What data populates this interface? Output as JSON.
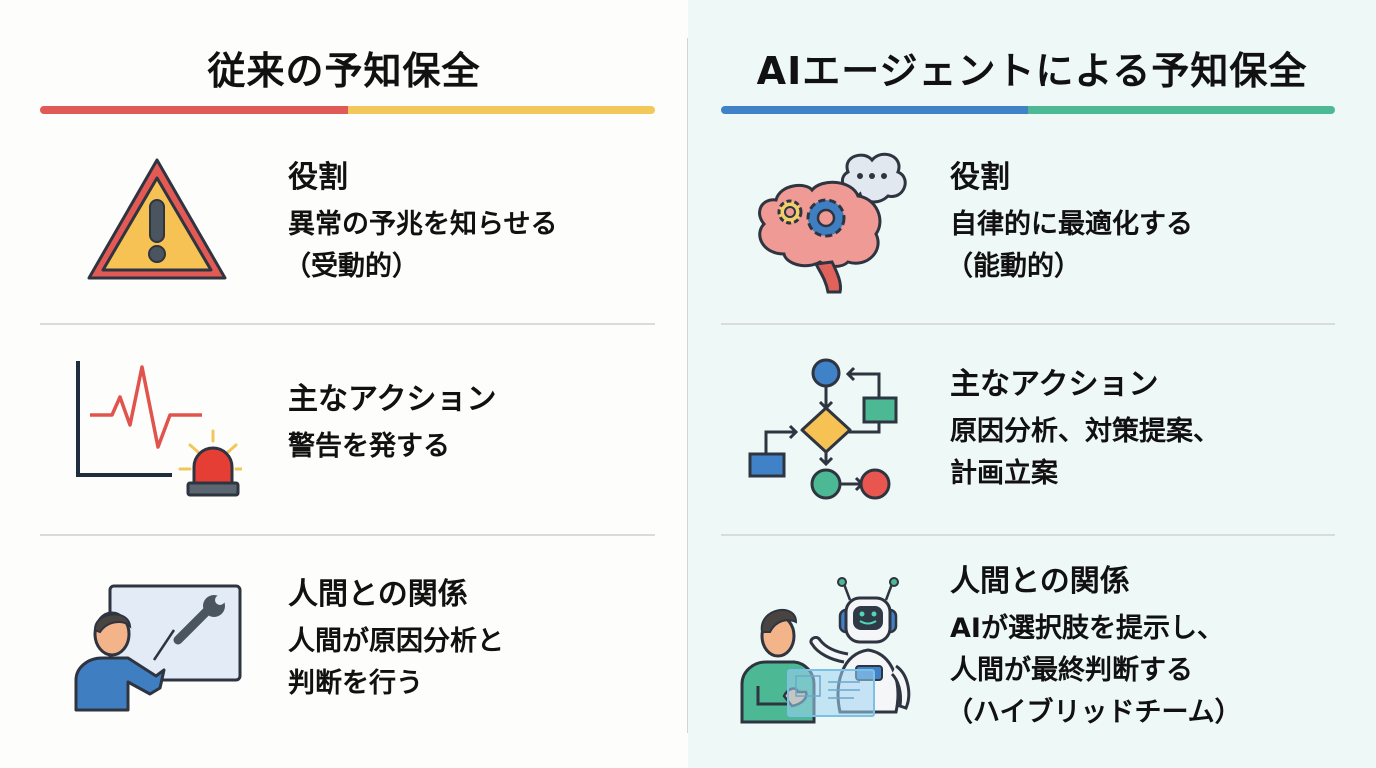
{
  "colors": {
    "left_bg": "#fdfdfc",
    "right_bg": "#eef8f6",
    "left_bar": [
      "#e05a57",
      "#f3c85a"
    ],
    "right_bar": [
      "#3f82c8",
      "#4cb894"
    ]
  },
  "left": {
    "title": "従来の予知保全",
    "rows": [
      {
        "icon": "warning-triangle-icon",
        "heading": "役割",
        "lines": [
          "異常の予兆を知らせる",
          "（受動的）"
        ]
      },
      {
        "icon": "chart-alarm-icon",
        "heading": "主なアクション",
        "lines": [
          "警告を発する"
        ]
      },
      {
        "icon": "human-presenter-wrench-icon",
        "heading": "人間との関係",
        "lines": [
          "人間が原因分析と",
          "判断を行う"
        ]
      }
    ]
  },
  "right": {
    "title": "AIエージェントによる予知保全",
    "rows": [
      {
        "icon": "brain-gears-icon",
        "heading": "役割",
        "lines": [
          "自律的に最適化する",
          "（能動的）"
        ]
      },
      {
        "icon": "flowchart-icon",
        "heading": "主なアクション",
        "lines": [
          "原因分析、対策提案、",
          "計画立案"
        ]
      },
      {
        "icon": "human-robot-collab-icon",
        "heading": "人間との関係",
        "lines": [
          "AIが選択肢を提示し、",
          "人間が最終判断する",
          "（ハイブリッドチーム）"
        ]
      }
    ]
  }
}
